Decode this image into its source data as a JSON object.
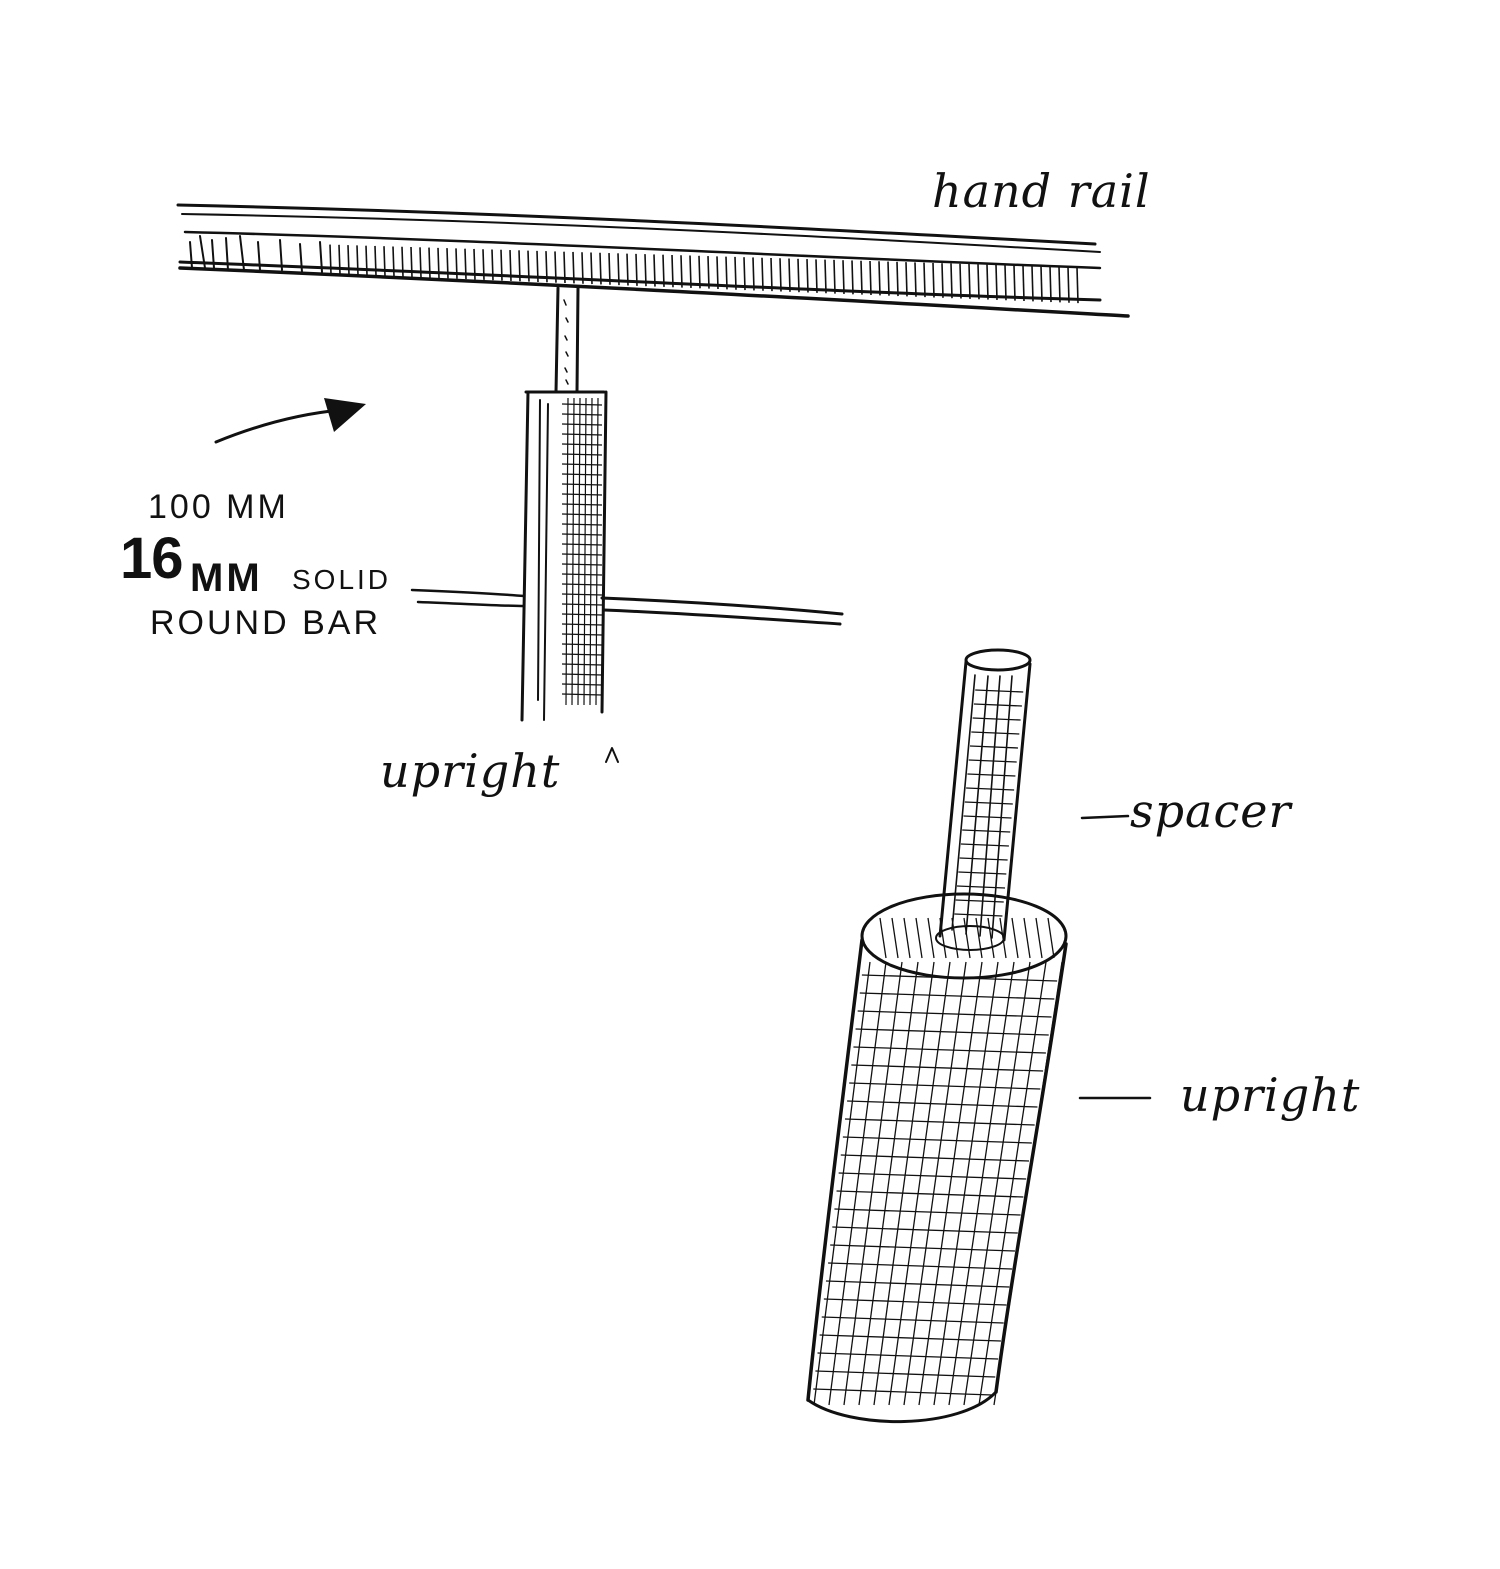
{
  "labels": {
    "hand_rail": "hand rail",
    "upright_top": "upright",
    "spacer": "spacer",
    "upright_bottom": "upright",
    "dim_100": "100 MM",
    "dim_16": "16",
    "dim_16_unit": "MM",
    "dim_solid": "SOLID",
    "dim_round_bar": "ROUND BAR"
  },
  "colors": {
    "ink": "#111111",
    "paper": "#ffffff"
  }
}
